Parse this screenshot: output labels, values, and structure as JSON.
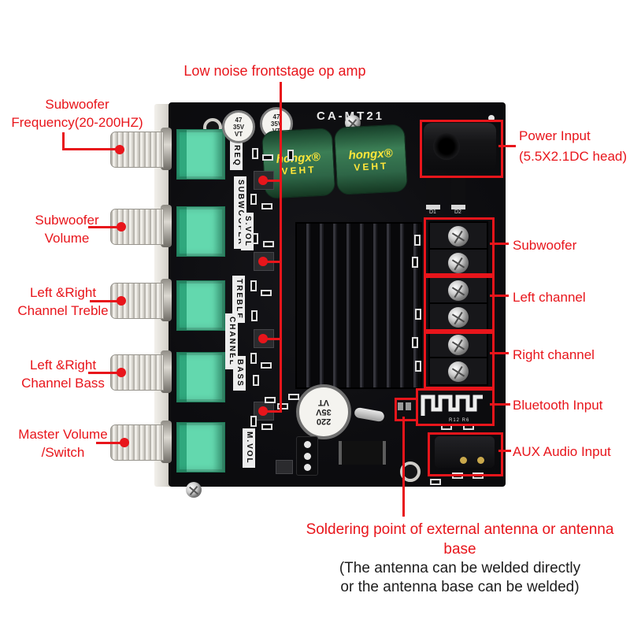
{
  "colors": {
    "annotation_red": "#e8151b",
    "body_text": "#1c1c1c",
    "board_black": "#0e0e10",
    "pot_teal": "#63d8ae",
    "cap_green": "#2f6b4a",
    "cap_label_yellow": "#ffe63a",
    "silkscreen_white": "#ededed"
  },
  "top_annotation": {
    "label": "Low noise frontstage op amp"
  },
  "left_annotations": [
    {
      "line1": "Subwoofer",
      "line2": "Frequency(20-200HZ)"
    },
    {
      "line1": "Subwoofer",
      "line2": "Volume"
    },
    {
      "line1": "Left &Right",
      "line2": "Channel Treble"
    },
    {
      "line1": "Left &Right",
      "line2": "Channel Bass"
    },
    {
      "line1": "Master Volume",
      "line2": "/Switch"
    }
  ],
  "right_annotations": {
    "power_line1": "Power Input",
    "power_line2": "(5.5X2.1DC head)",
    "subwoofer": "Subwoofer",
    "left_channel": "Left channel",
    "right_channel": "Right channel",
    "bluetooth": "Bluetooth Input",
    "aux": "AUX Audio Input"
  },
  "bottom_annotation": {
    "red": "Soldering point of external antenna or antenna base",
    "black1": "(The antenna can be welded directly",
    "black2": "or the antenna base can be welded)"
  },
  "board": {
    "model": "CA-MT21",
    "silkscreen": {
      "freq": "FREQ",
      "subwoofer": "SUBWOOFER",
      "svol": "S.VOL",
      "treble": "TREBLE",
      "channel": "CHANNEL",
      "bass": "BASS",
      "mvol": "M.VOL"
    },
    "small_cap": {
      "l1": "47",
      "l2": "35V",
      "l3": "VT"
    },
    "big_cap": {
      "l1": "220",
      "l2": "35V",
      "l3": "VT"
    },
    "green_cap": {
      "brand": "hongx®",
      "series": "VEHT"
    },
    "diode1": "D1",
    "diode2": "D2",
    "antenna_refs": "R12  R6"
  }
}
